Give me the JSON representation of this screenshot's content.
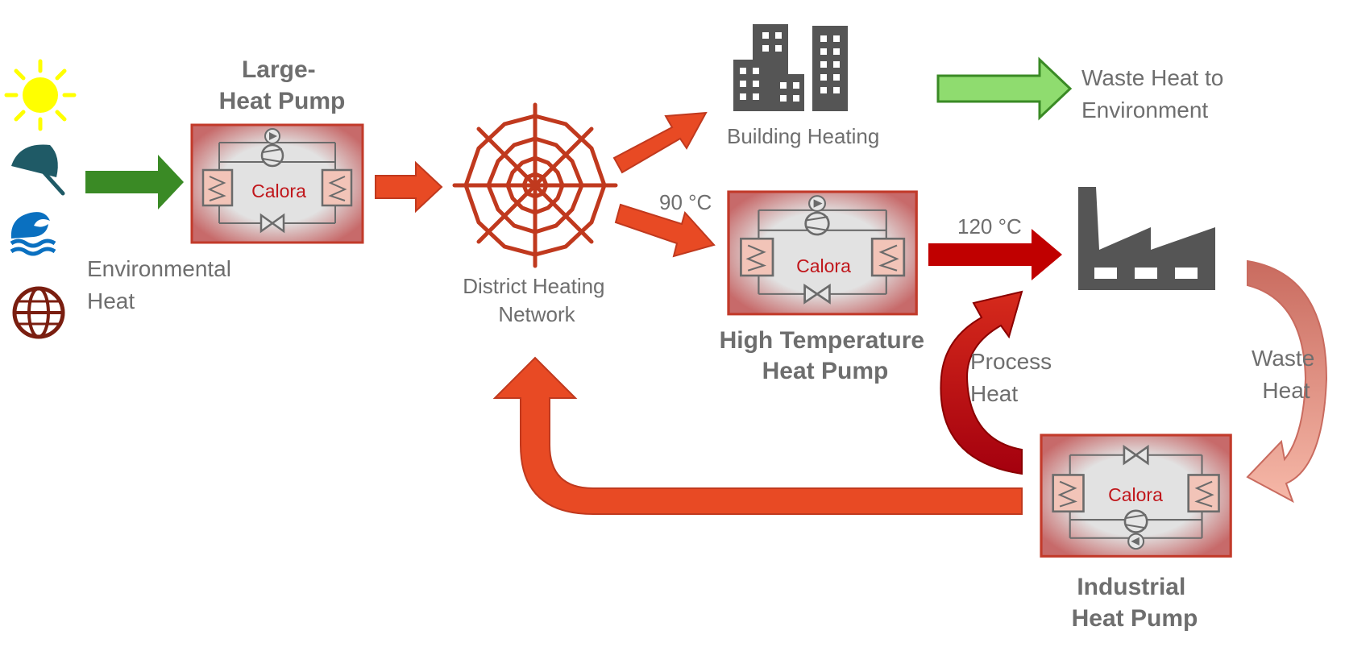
{
  "labels": {
    "large_heat_pump": [
      "Large-",
      "Heat Pump"
    ],
    "environmental_heat": [
      "Environmental",
      "Heat"
    ],
    "district_heating": [
      "District Heating",
      "Network"
    ],
    "building_heating": "Building Heating",
    "waste_heat_env": [
      "Waste Heat to",
      "Environment"
    ],
    "temp_90": "90 °C",
    "temp_120": "120 °C",
    "high_temp_heat_pump": [
      "High Temperature",
      "Heat Pump"
    ],
    "process_heat": [
      "Process",
      "Heat"
    ],
    "waste_heat": [
      "Waste",
      "Heat"
    ],
    "industrial_heat_pump": [
      "Industrial",
      "Heat Pump"
    ]
  },
  "heat_pumps": [
    {
      "id": "large",
      "brand": "Calora"
    },
    {
      "id": "high-temp",
      "brand": "Calora"
    },
    {
      "id": "industrial",
      "brand": "Calora"
    }
  ],
  "icons": [
    "sun-icon",
    "umbrella-icon",
    "wave-icon",
    "globe-icon",
    "spiderweb-icon",
    "buildings-icon",
    "factory-icon"
  ],
  "colors": {
    "arrow_red": "#e84a24",
    "arrow_dark_red": "#c00000",
    "arrow_green": "#3a8a25",
    "arrow_light_green": "#8fdc6f",
    "box_border": "#c23a2a",
    "gray_icon": "#555555",
    "text_gray": "#6e6e6e",
    "brand_red": "#c0161b"
  }
}
